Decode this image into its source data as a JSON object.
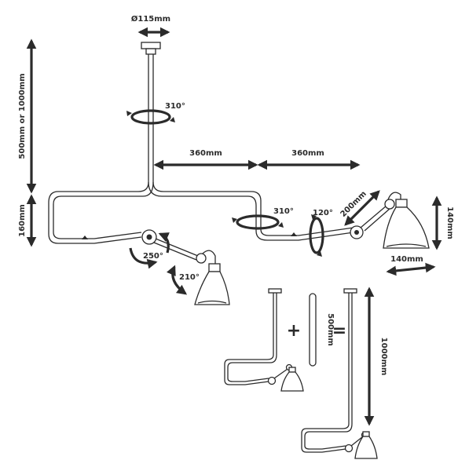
{
  "dimensions": {
    "canopy_diameter": "Ø115mm",
    "stem_length": "500mm or 1000mm",
    "arm_drop": "160mm",
    "arm_left_span": "360mm",
    "arm_right_span": "360mm",
    "arm_segment": "200mm",
    "shade_height": "140mm",
    "shade_width": "140mm",
    "extension_length": "500mm",
    "total_length": "1000mm"
  },
  "rotations": {
    "stem": "310°",
    "right_arm": "310°",
    "right_joint": "120°",
    "left_joint": "250°",
    "left_shade": "210°"
  },
  "equation": {
    "plus": "+",
    "equals": "="
  },
  "colors": {
    "ink": "#2b2b2b",
    "background": "#ffffff"
  }
}
